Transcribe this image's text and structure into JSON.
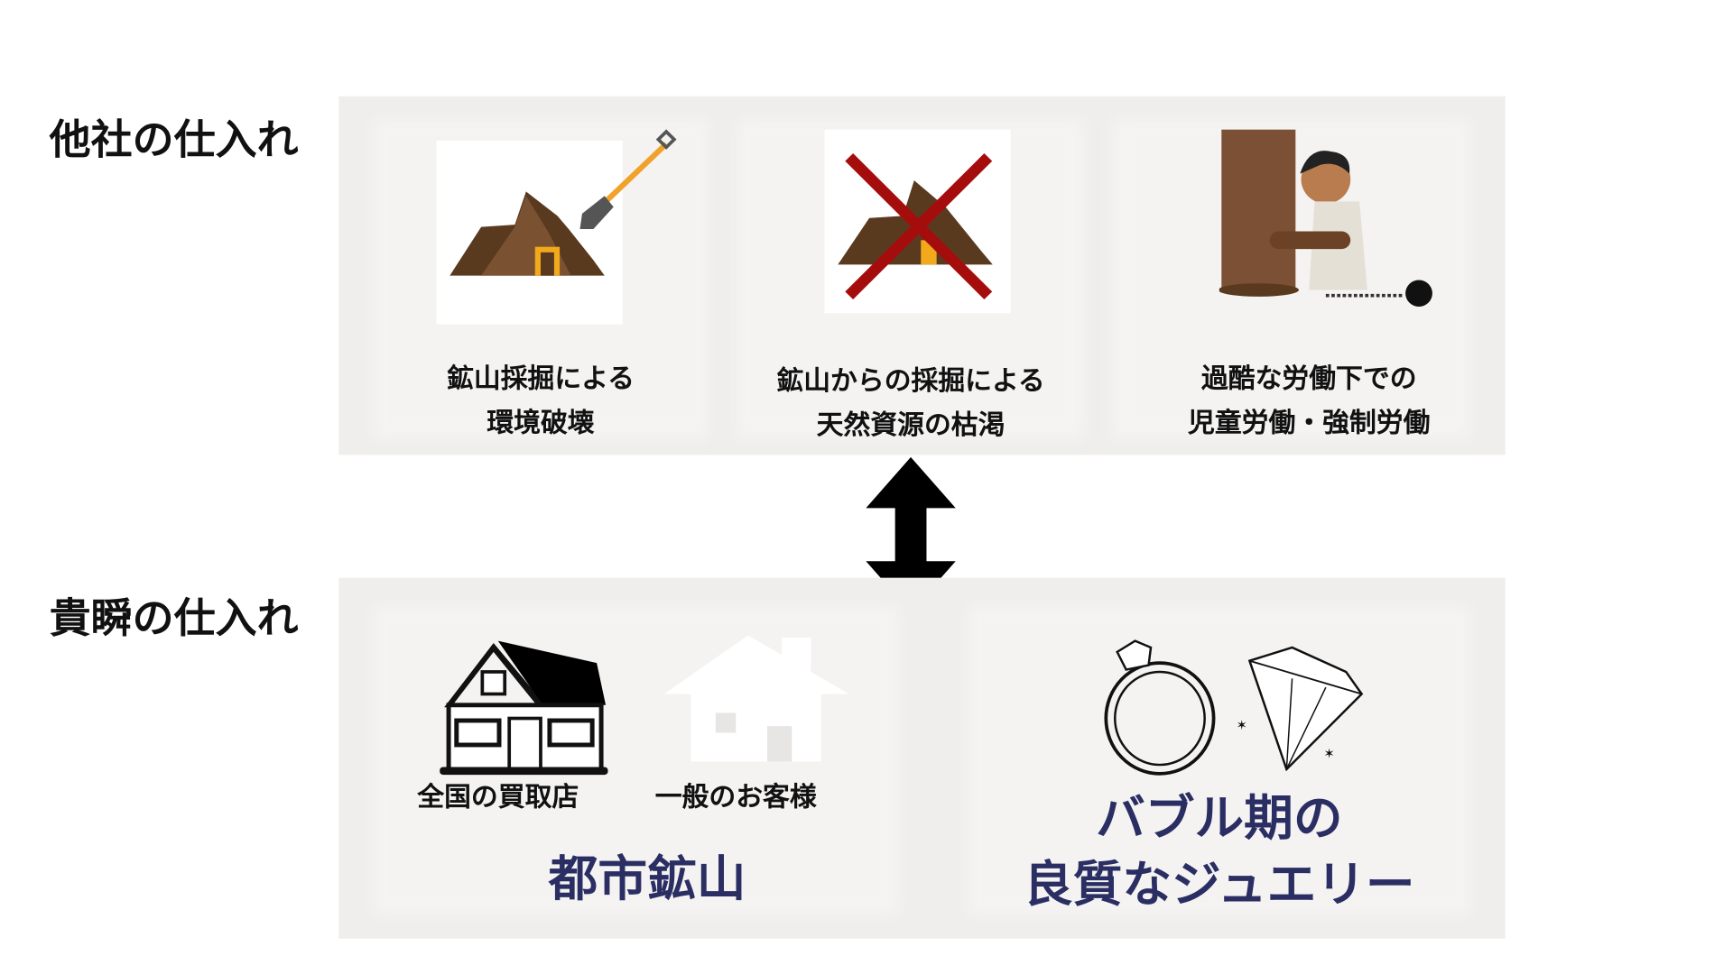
{
  "others": {
    "title": "他社の仕入れ",
    "items": [
      {
        "line1": "鉱山採掘による",
        "line2": "環境破壊",
        "icon": "mine-shovel-icon"
      },
      {
        "line1": "鉱山からの採掘による",
        "line2": "天然資源の枯渇",
        "icon": "mine-crossed-icon"
      },
      {
        "line1": "過酷な労働下での",
        "line2": "児童労働・強制労働",
        "icon": "forced-labor-icon"
      }
    ]
  },
  "kishun": {
    "title": "貴瞬の仕入れ",
    "shop_label": "全国の買取店",
    "customer_label": "一般のお客様",
    "urban_mine": "都市鉱山",
    "bubble_line1": "バブル期の",
    "bubble_line2": "良質なジュエリー"
  },
  "colors": {
    "accent": "#2b2e63",
    "panel": "#efeeed",
    "cross": "#a50d0d"
  }
}
